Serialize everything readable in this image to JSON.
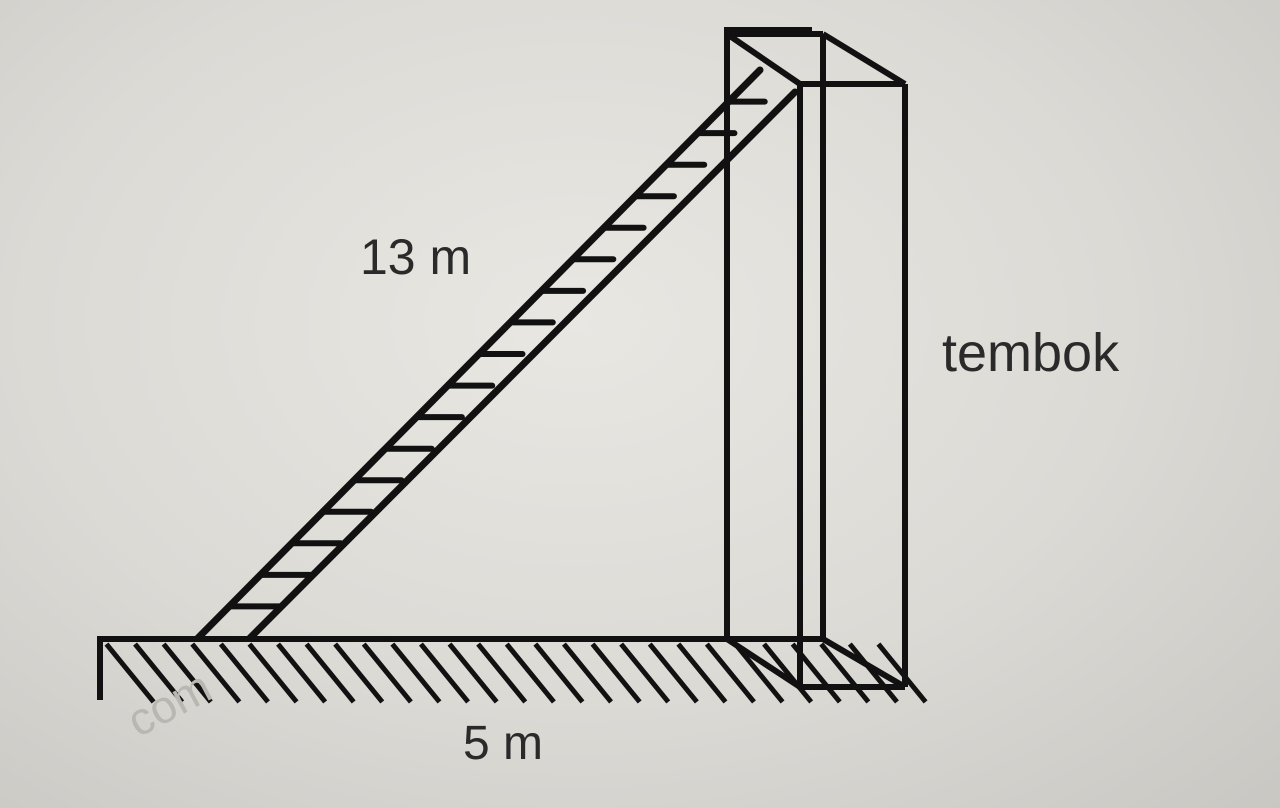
{
  "labels": {
    "ladder_length": "13 m",
    "wall": "tembok",
    "ground_distance": "5 m"
  },
  "watermark": "com",
  "diagram": {
    "ladder_rung_count": 17,
    "ground_hatch_count": 28,
    "stroke_color": "#111111",
    "background_color": "#e4e2dd"
  }
}
